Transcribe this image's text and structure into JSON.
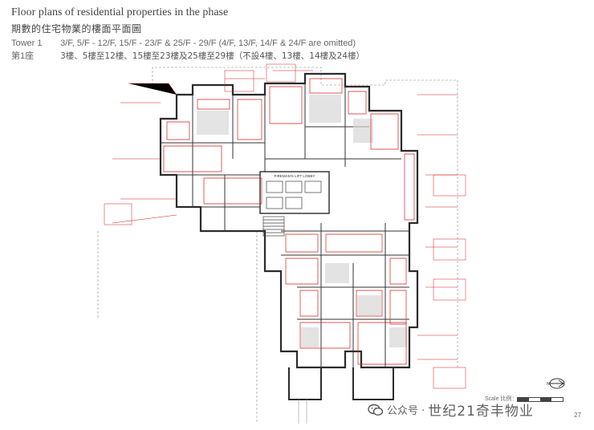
{
  "header": {
    "title_en": "Floor plans of residential properties in the phase",
    "title_zh": "期數的住宅物業的樓面平面圖"
  },
  "tower": {
    "label_en": "Tower 1",
    "label_zh": "第1座",
    "floors_en": "3/F, 5/F - 12/F, 15/F - 23/F & 25/F - 29/F (4/F, 13/F, 14/F & 24/F are omitted)",
    "floors_zh": "3樓、5樓至12樓、15樓至23樓及25樓至29樓（不設4樓、13樓、14樓及24樓）"
  },
  "plan": {
    "lobby_label": "FIREMAN'S LIFT LOBBY",
    "label_red": "#d81e1e",
    "line_dark": "#2b2b2b"
  },
  "footer": {
    "scale_label": "Scale 比例：",
    "page_number": "27",
    "north_icon": "north-arrow-icon"
  },
  "watermark": {
    "prefix": "公众号 ·",
    "brand": "世纪21奇丰物业",
    "icon": "wechat-icon"
  }
}
